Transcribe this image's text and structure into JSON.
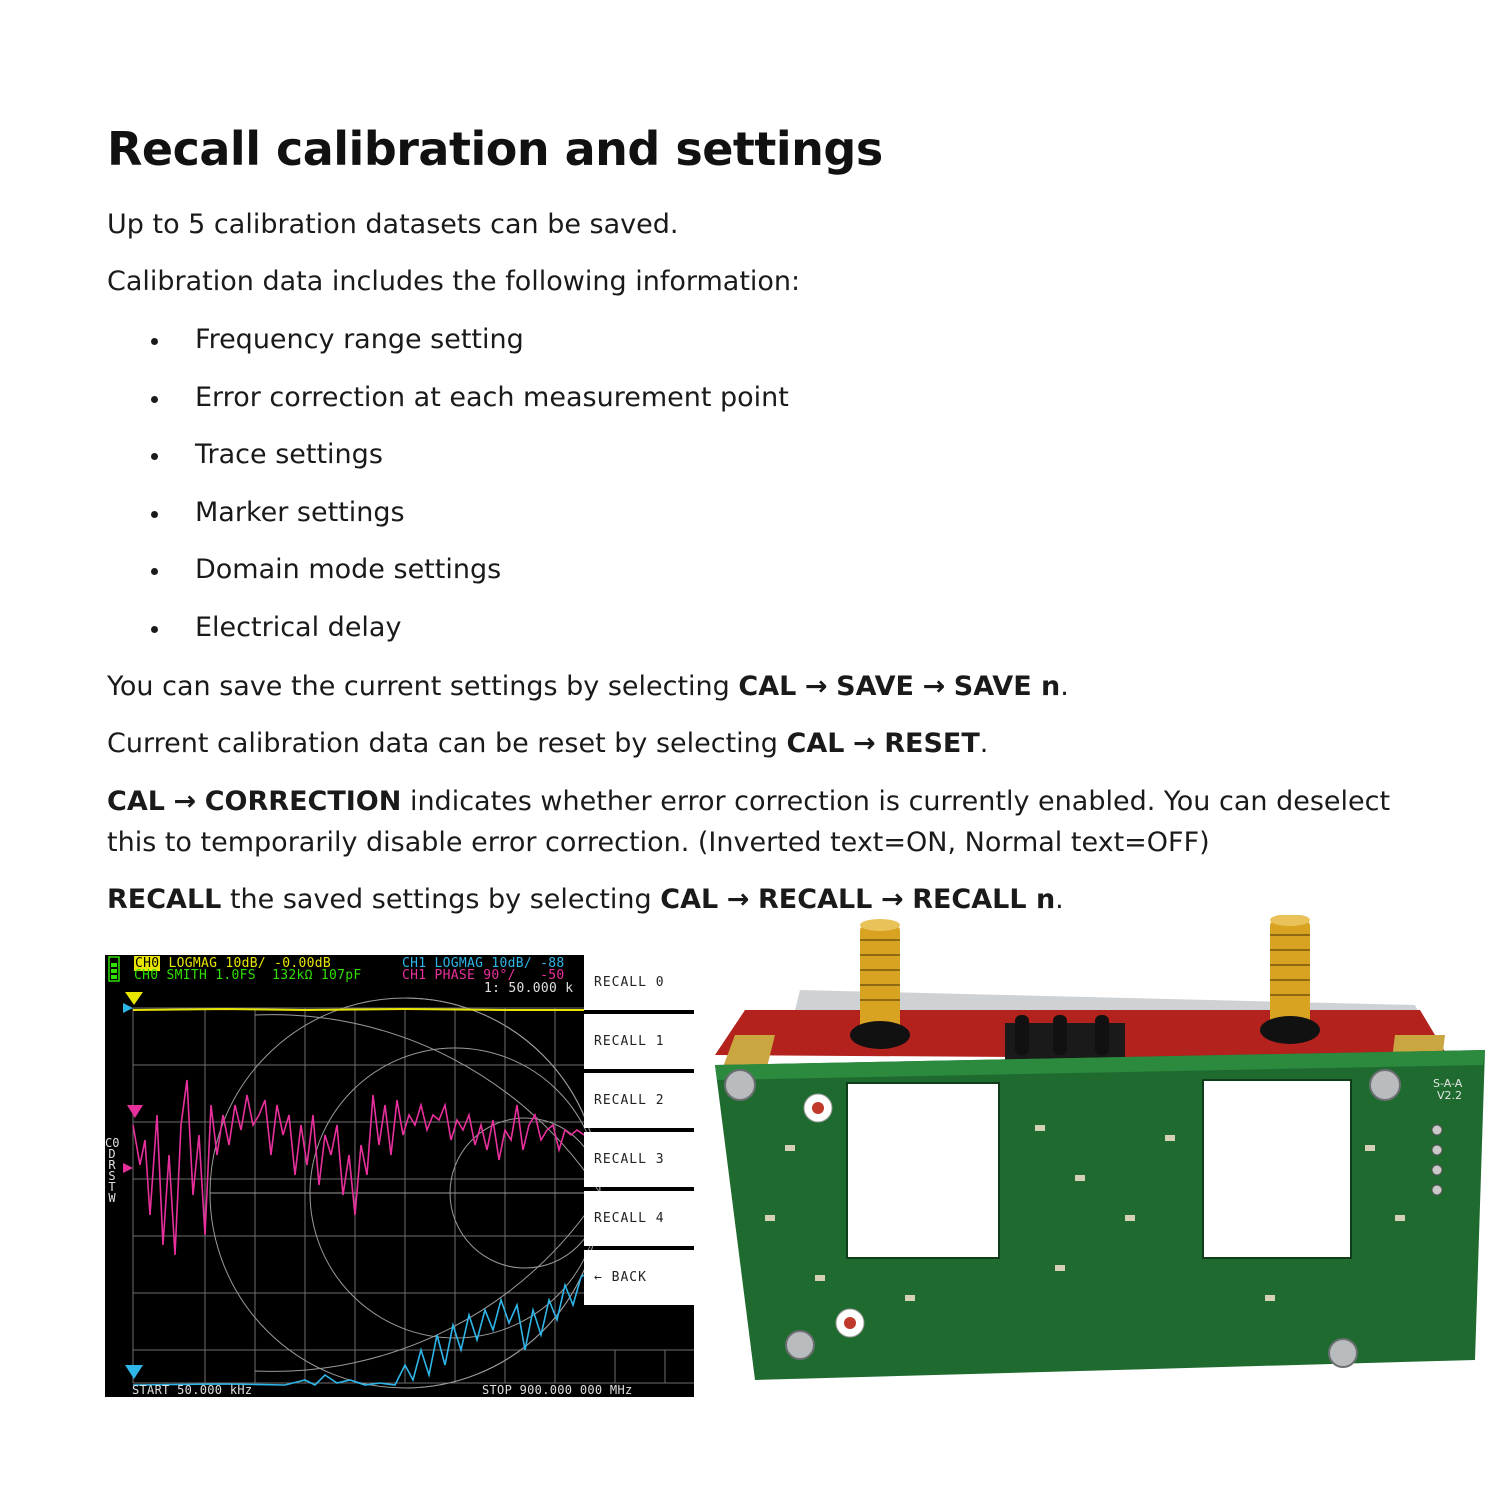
{
  "heading": "Recall calibration and settings",
  "intro": "Up to 5 calibration datasets can be saved.",
  "includes_label": "Calibration data includes the following information:",
  "bullets": [
    "Frequency range setting",
    "Error correction at each measurement point",
    "Trace settings",
    "Marker settings",
    "Domain mode settings",
    "Electrical delay"
  ],
  "save_para": {
    "pre": "You can save the current settings by selecting ",
    "b1": "CAL",
    "b2": "SAVE",
    "b3": "SAVE n",
    "post": "."
  },
  "reset_para": {
    "pre": "Current calibration data can be reset by selecting ",
    "b1": "CAL",
    "b2": "RESET",
    "post": "."
  },
  "correction_para": {
    "b1": "CAL",
    "b2": "CORRECTION",
    "text": " indicates whether error correction is currently enabled. You can deselect this to temporarily disable error correction. (Inverted text=ON, Normal text=OFF)"
  },
  "recall_para": {
    "b0": "RECALL",
    "mid": " the saved settings by selecting ",
    "b1": "CAL",
    "b2": "RECALL",
    "b3": "RECALL n",
    "post": "."
  },
  "arrow": "→",
  "screen": {
    "ch0_tag": "CH0",
    "ch0_line1": " LOGMAG 10dB/ -0.00dB",
    "ch0_line2": "CH0 SMITH 1.0FS  132kΩ 107pF",
    "ch1_line1": "CH1 LOGMAG 10dB/ -88",
    "ch1_line2": "CH1 PHASE 90°/   -50",
    "marker": "1: 50.000 k",
    "side_label": "C0 D R S T W",
    "menu": [
      "RECALL 0",
      "RECALL 1",
      "RECALL 2",
      "RECALL 3",
      "RECALL 4",
      "← BACK"
    ],
    "start": "START 50.000 kHz",
    "stop": "STOP 900.000 000 MHz",
    "colors": {
      "ch0": "#e8e600",
      "smith": "#30e000",
      "ch1": "#2fb6e8",
      "phase": "#e8309c"
    }
  },
  "board": {
    "silk_model": "S-A-A",
    "silk_version": "V2.2"
  }
}
